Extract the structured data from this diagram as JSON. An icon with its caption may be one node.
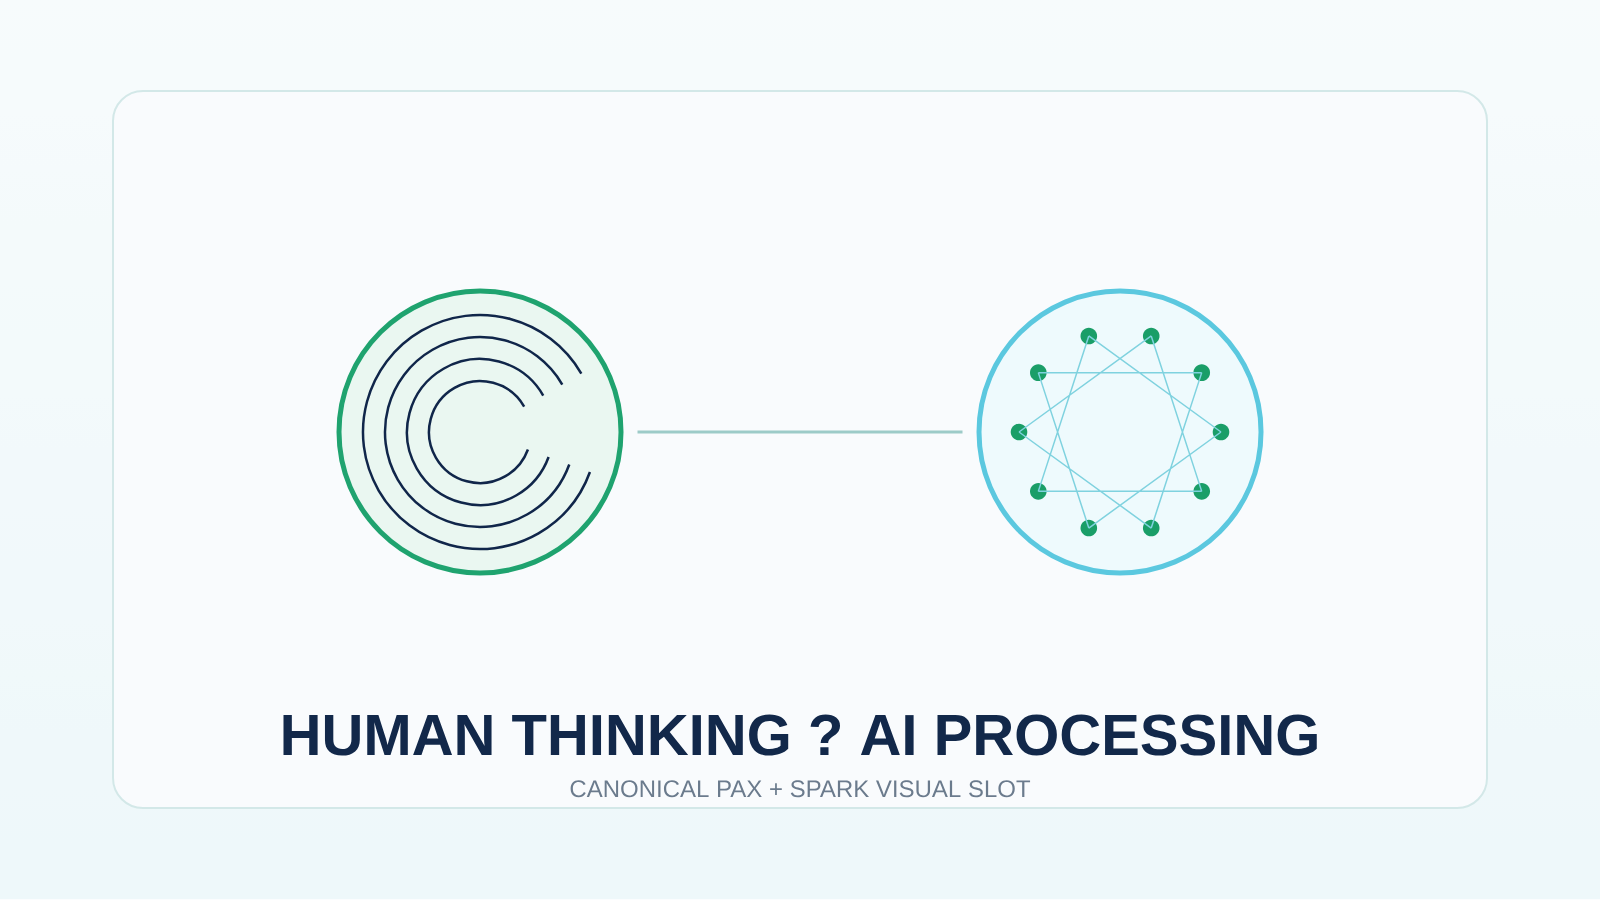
{
  "diagram": {
    "title": "HUMAN THINKING ? AI PROCESSING",
    "caption": "CANONICAL PAX + SPARK VISUAL SLOT",
    "nodes": [
      {
        "text": [],
        "shape": "circle"
      },
      {
        "text": [],
        "shape": "circle"
      }
    ],
    "edges": [
      {
        "from": 0,
        "to": 1,
        "arrow": "none"
      }
    ]
  }
}
